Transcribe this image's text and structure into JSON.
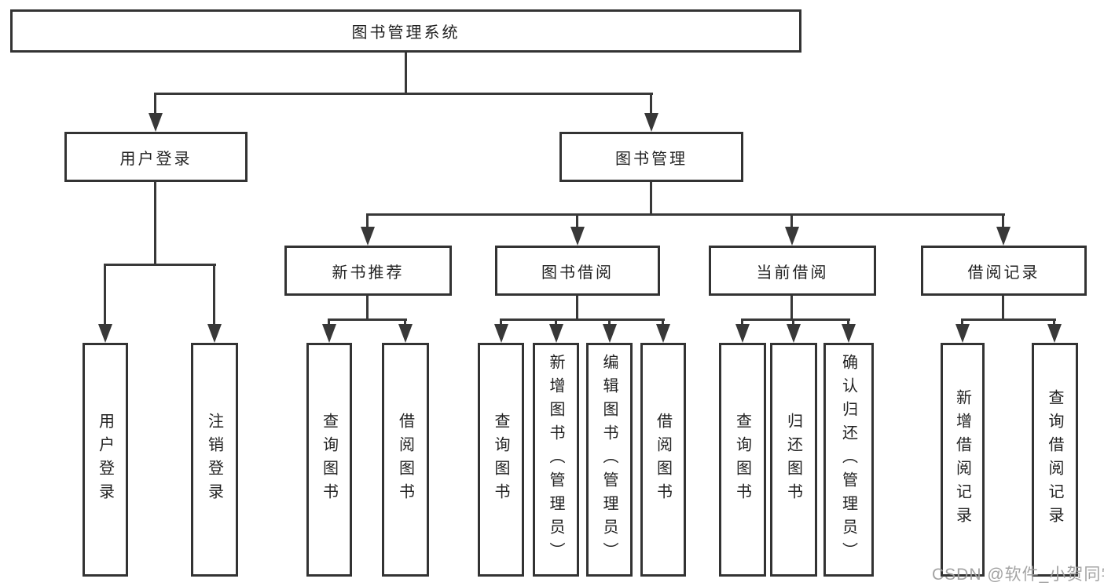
{
  "diagram": {
    "title": "图书管理系统",
    "branches": [
      {
        "label": "用户登录",
        "children": [
          {
            "label": "用户登录"
          },
          {
            "label": "注销登录"
          }
        ]
      },
      {
        "label": "图书管理",
        "children": [
          {
            "label": "新书推荐",
            "children": [
              {
                "label": "查询图书"
              },
              {
                "label": "借阅图书"
              }
            ]
          },
          {
            "label": "图书借阅",
            "children": [
              {
                "label": "查询图书"
              },
              {
                "label": "新增图书（管理员）"
              },
              {
                "label": "编辑图书（管理员）"
              },
              {
                "label": "借阅图书"
              }
            ]
          },
          {
            "label": "当前借阅",
            "children": [
              {
                "label": "查询图书"
              },
              {
                "label": "归还图书"
              },
              {
                "label": "确认归还（管理员）"
              }
            ]
          },
          {
            "label": "借阅记录",
            "children": [
              {
                "label": "新增借阅记录"
              },
              {
                "label": "查询借阅记录"
              }
            ]
          }
        ]
      }
    ]
  },
  "watermark": {
    "text": "CSDN @软件_小贺同学"
  },
  "colors": {
    "background": "#ffffff",
    "box_border": "#333333",
    "line": "#383838",
    "text": "#222222",
    "watermark": "#9e9e9e"
  }
}
